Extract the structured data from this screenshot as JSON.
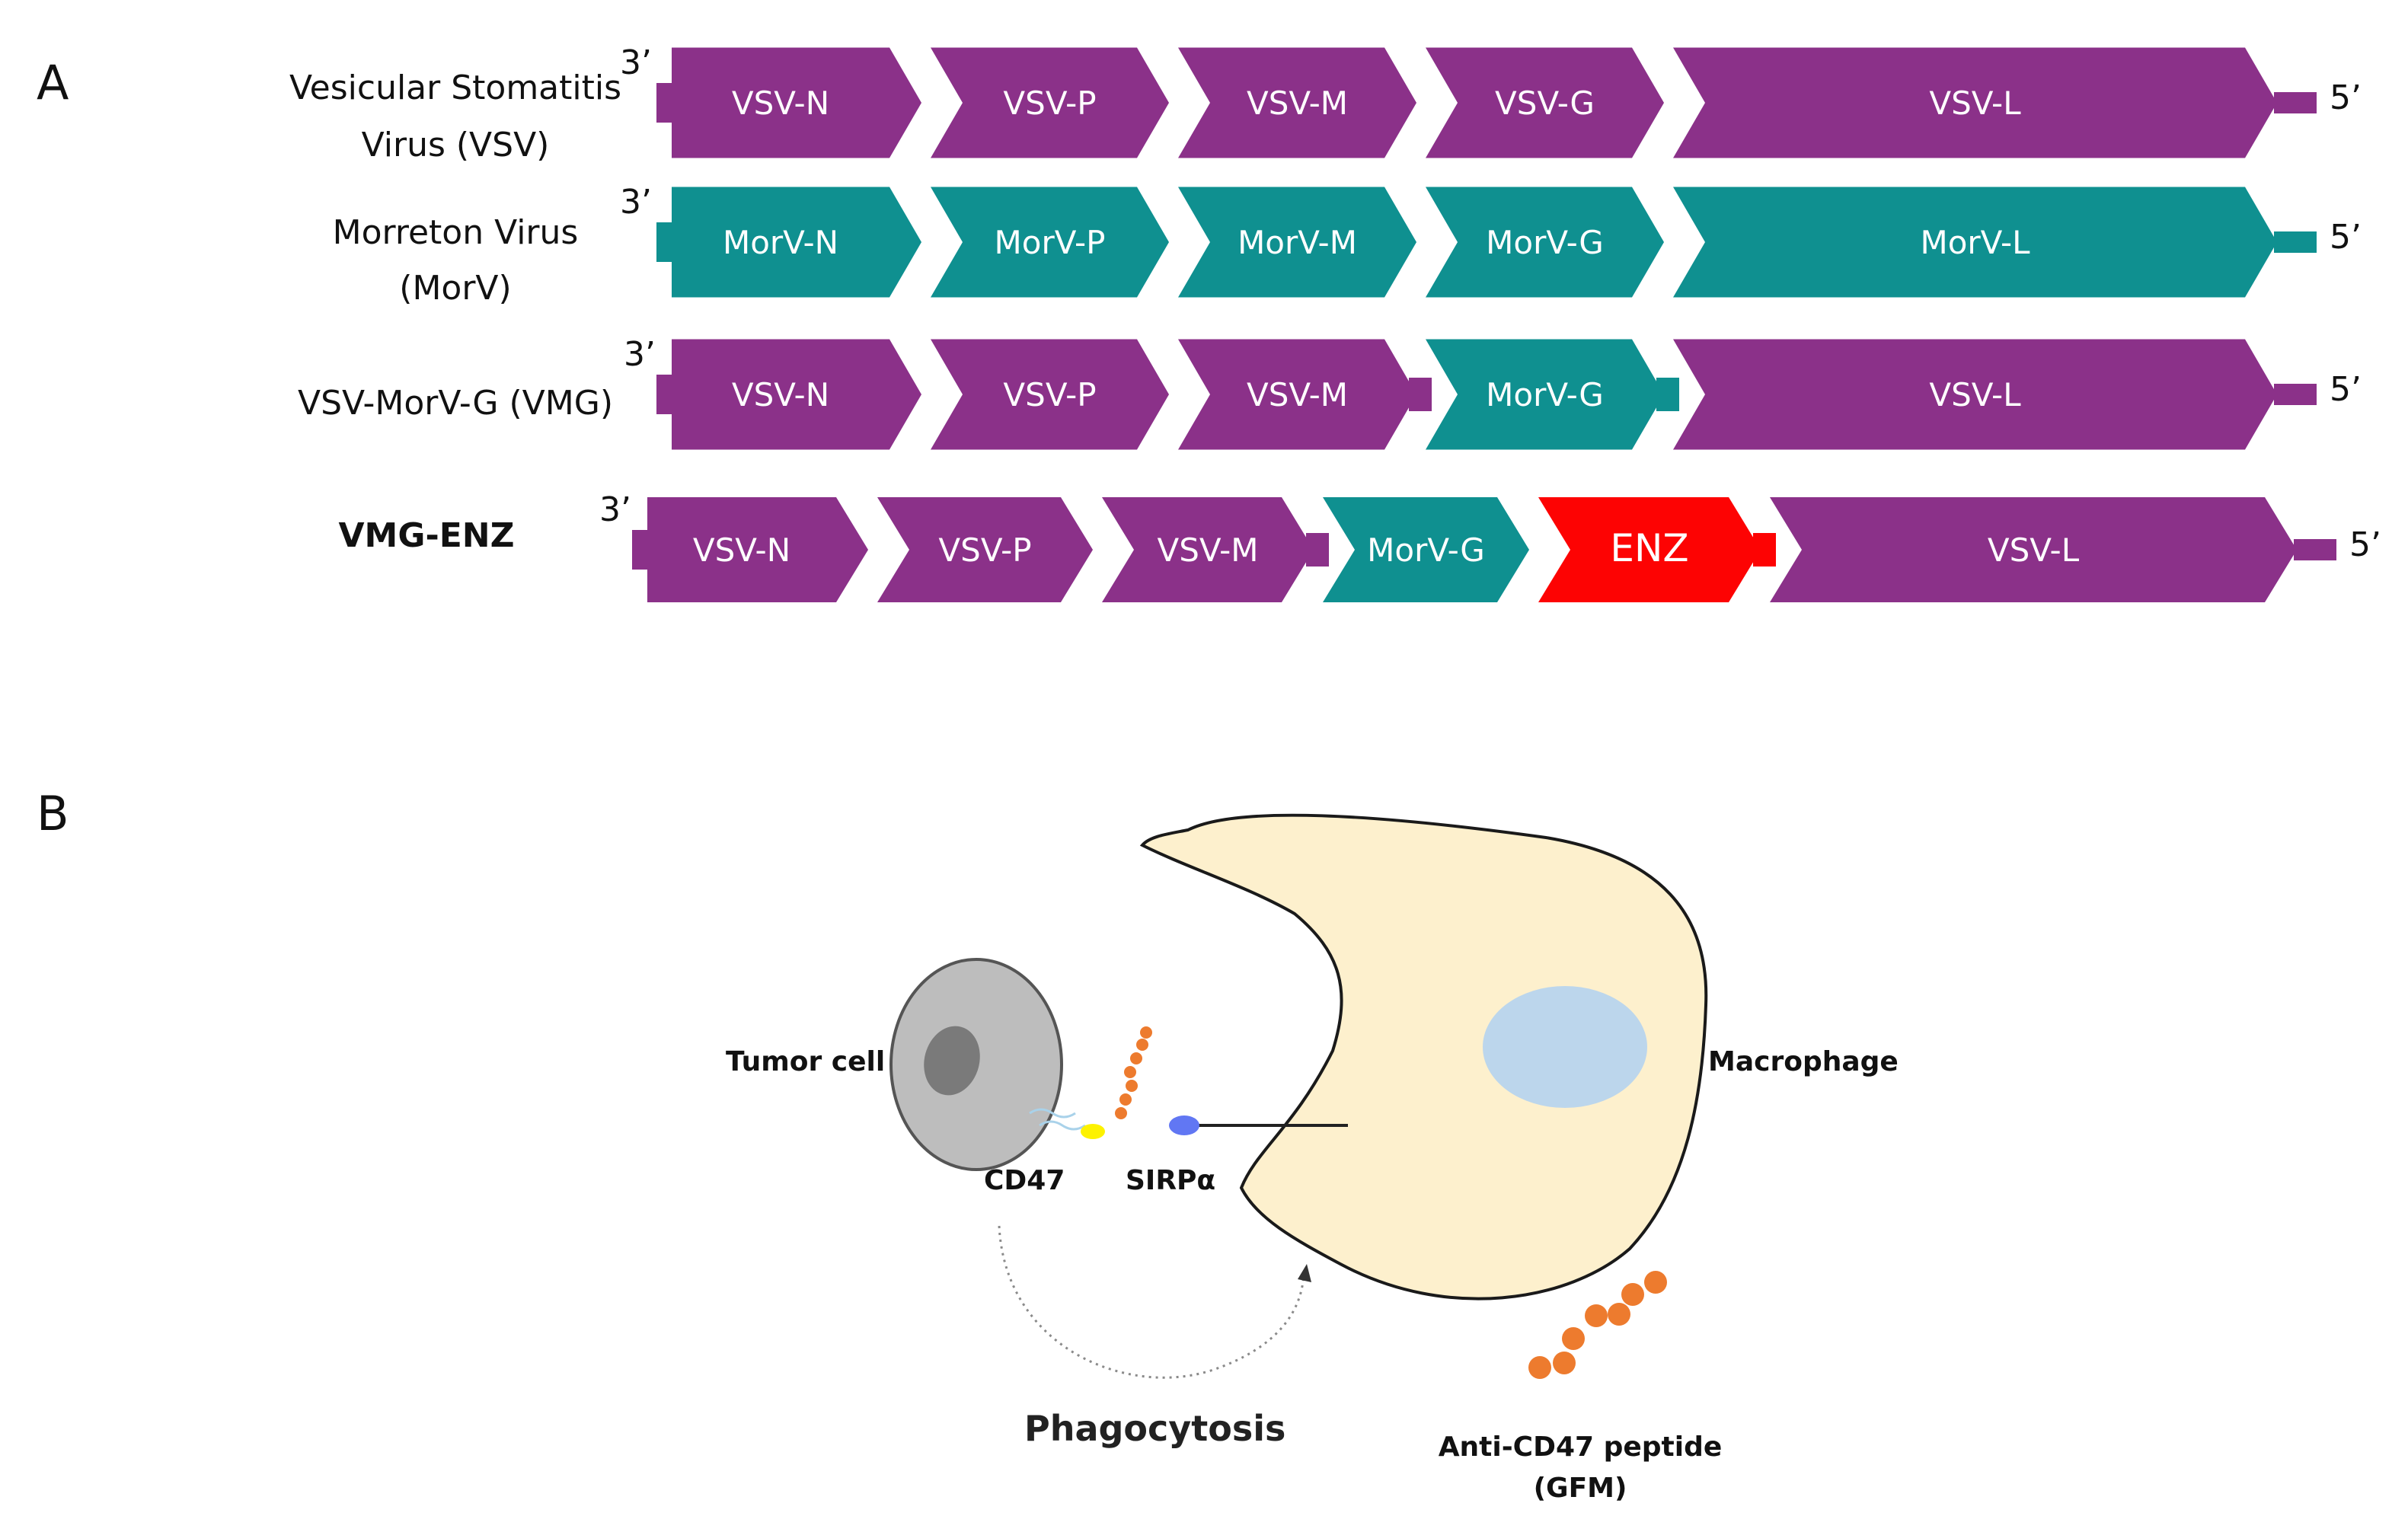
{
  "panels": {
    "a": "A",
    "b": "B"
  },
  "colors": {
    "vsv": "#8b3189",
    "morv": "#0f9090",
    "enz": "#fd0303"
  },
  "genomes": [
    {
      "label_lines": [
        "Vesicular Stomatitis",
        "Virus (VSV)"
      ],
      "bold": false,
      "end3": "3’",
      "end5": "5’",
      "segments": [
        {
          "text": "VSV-N",
          "color": "vsv"
        },
        {
          "text": "VSV-P",
          "color": "vsv"
        },
        {
          "text": "VSV-M",
          "color": "vsv"
        },
        {
          "text": "VSV-G",
          "color": "vsv"
        },
        {
          "text": "VSV-L",
          "color": "vsv"
        }
      ]
    },
    {
      "label_lines": [
        "Morreton Virus",
        "(MorV)"
      ],
      "bold": false,
      "end3": "3’",
      "end5": "5’",
      "segments": [
        {
          "text": "MorV-N",
          "color": "morv"
        },
        {
          "text": "MorV-P",
          "color": "morv"
        },
        {
          "text": "MorV-M",
          "color": "morv"
        },
        {
          "text": "MorV-G",
          "color": "morv"
        },
        {
          "text": "MorV-L",
          "color": "morv"
        }
      ]
    },
    {
      "label_lines": [
        "VSV-MorV-G (VMG)"
      ],
      "bold": false,
      "end3": "3’",
      "end5": "5’",
      "segments": [
        {
          "text": "VSV-N",
          "color": "vsv"
        },
        {
          "text": "VSV-P",
          "color": "vsv"
        },
        {
          "text": "VSV-M",
          "color": "vsv"
        },
        {
          "text": "MorV-G",
          "color": "morv"
        },
        {
          "text": "VSV-L",
          "color": "vsv"
        }
      ]
    },
    {
      "label_lines": [
        "VMG-ENZ"
      ],
      "bold": true,
      "end3": "3’",
      "end5": "5’",
      "segments": [
        {
          "text": "VSV-N",
          "color": "vsv"
        },
        {
          "text": "VSV-P",
          "color": "vsv"
        },
        {
          "text": "VSV-M",
          "color": "vsv"
        },
        {
          "text": "MorV-G",
          "color": "morv"
        },
        {
          "text": "ENZ",
          "color": "enz"
        },
        {
          "text": "VSV-L",
          "color": "vsv"
        }
      ]
    }
  ],
  "panel_b": {
    "tumor_cell": "Tumor cell",
    "macrophage": "Macrophage",
    "cd47": "CD47",
    "sirpa": "SIRPα",
    "phagocytosis": "Phagocytosis",
    "peptide_line1": "Anti-CD47 peptide",
    "peptide_line2": "(GFM)"
  }
}
